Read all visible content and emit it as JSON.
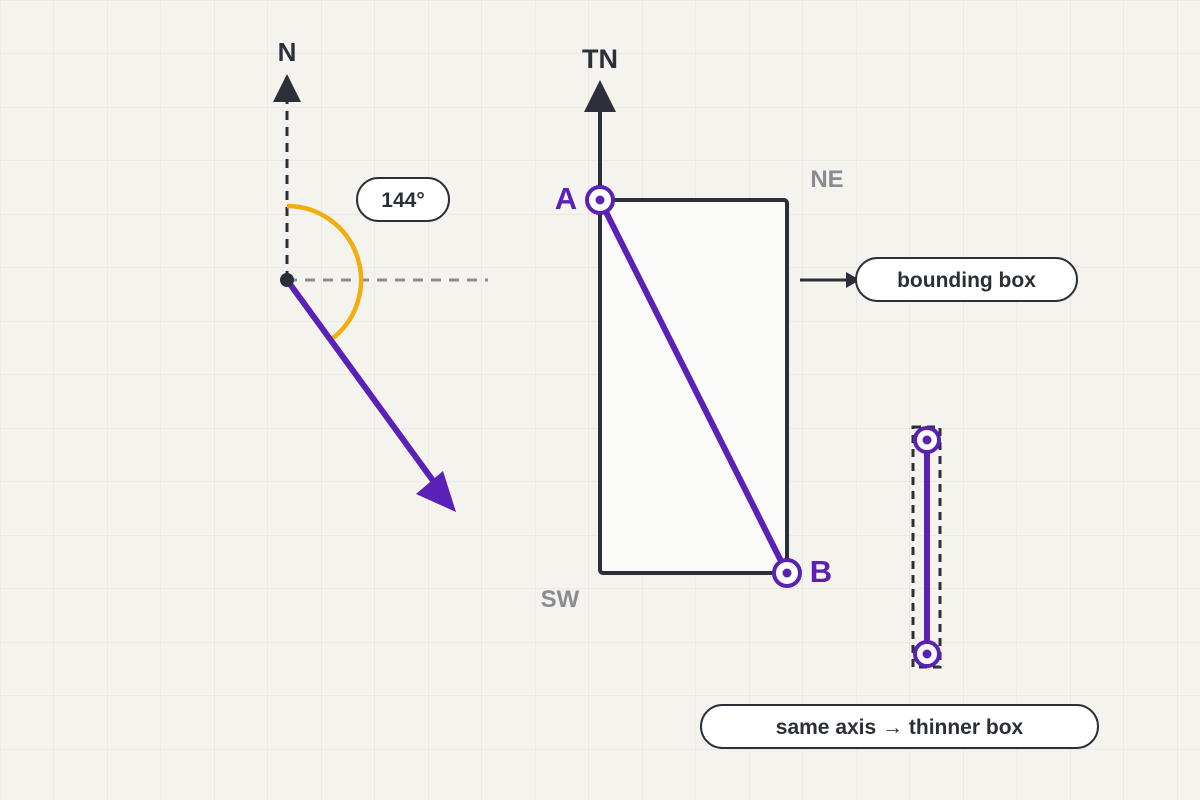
{
  "colors": {
    "background": "#f4f3ee",
    "grid": "#e2e1dc",
    "ink": "#2c2f38",
    "accent": "#5b21b6",
    "arc": "#f2ae0f",
    "muted": "#8a8c92",
    "box_fill": "#fafaf8"
  },
  "compass": {
    "north_label": "N",
    "angle_label": "144°"
  },
  "bbox_diagram": {
    "true_north_label": "TN",
    "point_a_label": "A",
    "point_b_label": "B",
    "ne_label": "NE",
    "sw_label": "SW",
    "callout_label": "bounding box"
  },
  "thin_diagram": {
    "caption": "same axis → thinner box"
  }
}
